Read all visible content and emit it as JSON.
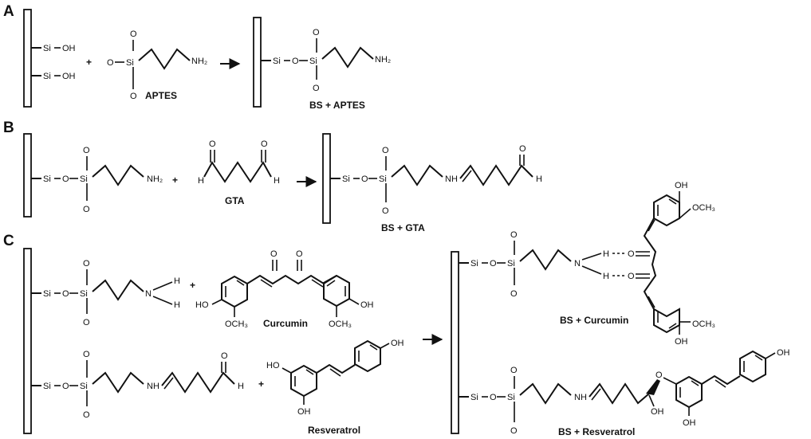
{
  "panels": {
    "a": "A",
    "b": "B",
    "c": "C"
  },
  "atoms": {
    "si": "Si",
    "o": "O",
    "oh": "OH",
    "ho": "HO",
    "h": "H",
    "n": "N",
    "nh2": "NH₂",
    "nh": "NH",
    "och3": "OCH₃",
    "plus": "+"
  },
  "labels": {
    "aptes": "APTES",
    "bs_aptes": "BS + APTES",
    "gta": "GTA",
    "bs_gta": "BS + GTA",
    "curcumin": "Curcumin",
    "resveratrol": "Resveratrol",
    "bs_curcumin": "BS + Curcumin",
    "bs_resveratrol": "BS + Resveratrol"
  }
}
